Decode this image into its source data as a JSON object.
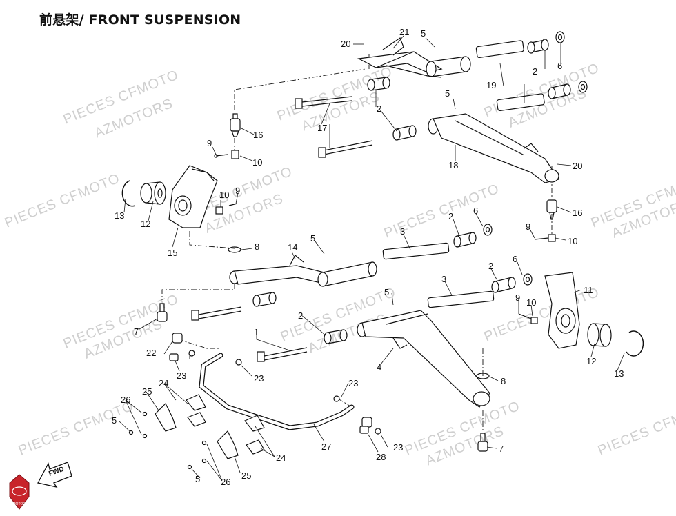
{
  "title": "前悬架/ FRONT SUSPENSION",
  "watermark": {
    "line1": "PIECES CFMOTO",
    "line2": "AZMOTORS"
  },
  "fwd_label": "FWD",
  "logo_text": "AZMOTORS",
  "callouts": [
    {
      "id": "c20a",
      "text": "20"
    },
    {
      "id": "c21",
      "text": "21"
    },
    {
      "id": "c5a",
      "text": "5"
    },
    {
      "id": "c2a",
      "text": "2"
    },
    {
      "id": "c6a",
      "text": "6"
    },
    {
      "id": "c19",
      "text": "19"
    },
    {
      "id": "c17",
      "text": "17"
    },
    {
      "id": "c2b",
      "text": "2"
    },
    {
      "id": "c5b",
      "text": "5"
    },
    {
      "id": "c16a",
      "text": "16"
    },
    {
      "id": "c9a",
      "text": "9"
    },
    {
      "id": "c10a",
      "text": "10"
    },
    {
      "id": "c18",
      "text": "18"
    },
    {
      "id": "c20b",
      "text": "20"
    },
    {
      "id": "c13a",
      "text": "13"
    },
    {
      "id": "c12a",
      "text": "12"
    },
    {
      "id": "c10b",
      "text": "10"
    },
    {
      "id": "c9b",
      "text": "9"
    },
    {
      "id": "c15",
      "text": "15"
    },
    {
      "id": "c8a",
      "text": "8"
    },
    {
      "id": "c14",
      "text": "14"
    },
    {
      "id": "c5c",
      "text": "5"
    },
    {
      "id": "c3a",
      "text": "3"
    },
    {
      "id": "c2c",
      "text": "2"
    },
    {
      "id": "c6b",
      "text": "6"
    },
    {
      "id": "c16b",
      "text": "16"
    },
    {
      "id": "c9c",
      "text": "9"
    },
    {
      "id": "c10c",
      "text": "10"
    },
    {
      "id": "c6c",
      "text": "6"
    },
    {
      "id": "c2d",
      "text": "2"
    },
    {
      "id": "c3b",
      "text": "3"
    },
    {
      "id": "c11",
      "text": "11"
    },
    {
      "id": "c5d",
      "text": "5"
    },
    {
      "id": "c9d",
      "text": "9"
    },
    {
      "id": "c10d",
      "text": "10"
    },
    {
      "id": "c7a",
      "text": "7"
    },
    {
      "id": "c1",
      "text": "1"
    },
    {
      "id": "c2e",
      "text": "2"
    },
    {
      "id": "c22",
      "text": "22"
    },
    {
      "id": "c23a",
      "text": "23"
    },
    {
      "id": "c23b",
      "text": "23"
    },
    {
      "id": "c4",
      "text": "4"
    },
    {
      "id": "c12b",
      "text": "12"
    },
    {
      "id": "c13b",
      "text": "13"
    },
    {
      "id": "c8b",
      "text": "8"
    },
    {
      "id": "c24a",
      "text": "24"
    },
    {
      "id": "c25a",
      "text": "25"
    },
    {
      "id": "c26a",
      "text": "26"
    },
    {
      "id": "c5e",
      "text": "5"
    },
    {
      "id": "c23c",
      "text": "23"
    },
    {
      "id": "c27",
      "text": "27"
    },
    {
      "id": "c23d",
      "text": "23"
    },
    {
      "id": "c28",
      "text": "28"
    },
    {
      "id": "c7b",
      "text": "7"
    },
    {
      "id": "c24b",
      "text": "24"
    },
    {
      "id": "c25b",
      "text": "25"
    },
    {
      "id": "c26b",
      "text": "26"
    },
    {
      "id": "c5f",
      "text": "5"
    }
  ]
}
